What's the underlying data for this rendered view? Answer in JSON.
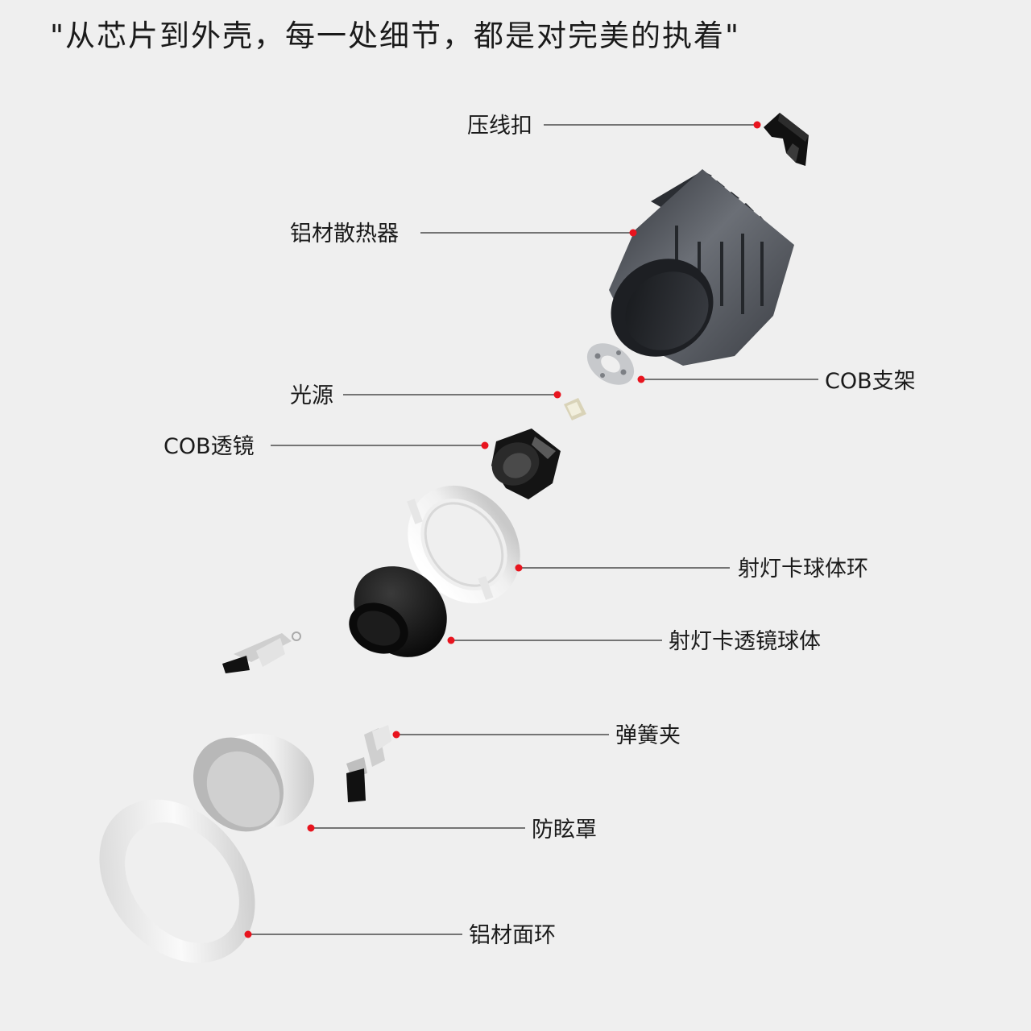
{
  "headline": "\"从芯片到外壳，每一处细节，都是对完美的执着\"",
  "colors": {
    "background": "#efefef",
    "text": "#1a1a1a",
    "leader_line": "#2a2a2a",
    "marker": "#e8141e",
    "heatsink": "#4a4e55",
    "white_parts": "#f4f4f4",
    "black_parts": "#111111"
  },
  "parts": [
    {
      "id": "clamp",
      "label": "压线扣",
      "icon": "wire-clamp-icon"
    },
    {
      "id": "heatsink",
      "label": "铝材散热器",
      "icon": "heatsink-icon"
    },
    {
      "id": "cob_bracket",
      "label": "COB支架",
      "icon": "cob-bracket-icon"
    },
    {
      "id": "light_source",
      "label": "光源",
      "icon": "led-chip-icon"
    },
    {
      "id": "cob_lens",
      "label": "COB透镜",
      "icon": "lens-icon"
    },
    {
      "id": "ball_ring",
      "label": "射灯卡球体环",
      "icon": "ball-ring-icon"
    },
    {
      "id": "lens_ball",
      "label": "射灯卡透镜球体",
      "icon": "lens-ball-icon"
    },
    {
      "id": "spring_clip",
      "label": "弹簧夹",
      "icon": "spring-clip-icon"
    },
    {
      "id": "anti_glare",
      "label": "防眩罩",
      "icon": "anti-glare-cover-icon"
    },
    {
      "id": "face_ring",
      "label": "铝材面环",
      "icon": "face-ring-icon"
    }
  ]
}
